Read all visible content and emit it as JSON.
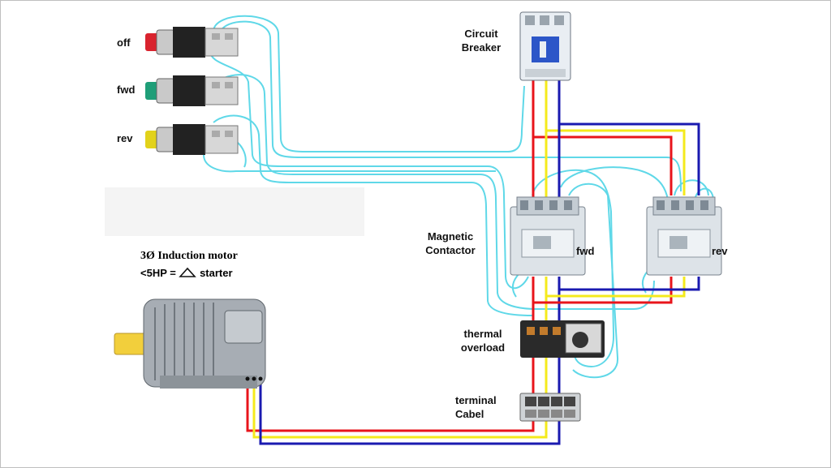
{
  "pushbuttons": [
    {
      "label": "off",
      "cap_color": "#d9232e"
    },
    {
      "label": "fwd",
      "cap_color": "#1f9e78"
    },
    {
      "label": "rev",
      "cap_color": "#e2d21a"
    }
  ],
  "circuit_breaker": {
    "label_line1": "Circuit",
    "label_line2": "Breaker"
  },
  "magnetic_contactor": {
    "label_line1": "Magnetic",
    "label_line2": "Contactor"
  },
  "contactor_fwd": {
    "label": "fwd"
  },
  "contactor_rev": {
    "label": "rev"
  },
  "thermal_overload": {
    "label_line1": "thermal",
    "label_line2": "overload"
  },
  "terminal": {
    "label_line1": "terminal",
    "label_line2": "Cabel"
  },
  "motor": {
    "title": "3Ø Induction motor",
    "subtitle_prefix": "<5HP = ",
    "subtitle_suffix": " starter"
  },
  "wire_colors": {
    "phase1": "#e8141b",
    "phase2": "#f4ea1c",
    "phase3": "#1a1ab0",
    "control": "#5fd8e8"
  }
}
